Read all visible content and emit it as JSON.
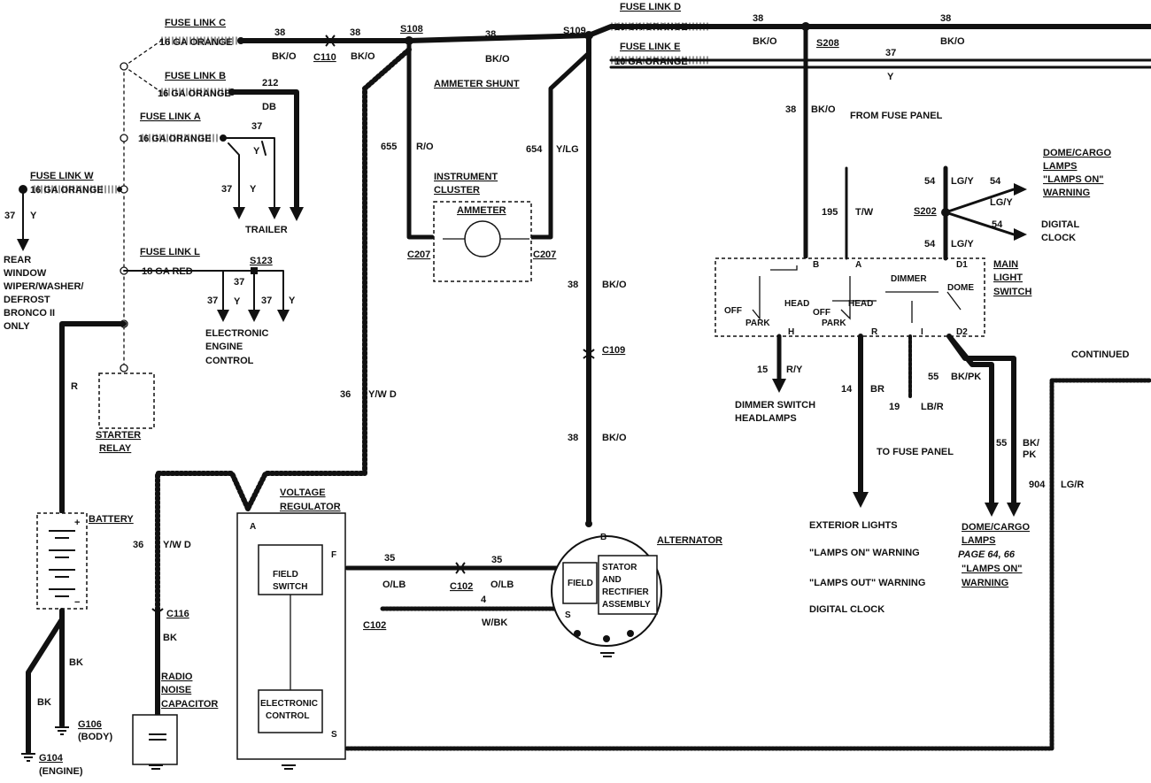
{
  "fuse_links": {
    "c": {
      "name": "FUSE LINK C",
      "gauge": "16 GA ORANGE"
    },
    "b": {
      "name": "FUSE LINK B",
      "gauge": "16 GA ORANGE"
    },
    "a": {
      "name": "FUSE LINK A",
      "gauge": "16 GA ORANGE"
    },
    "w": {
      "name": "FUSE LINK W",
      "gauge": "16 GA ORANGE"
    },
    "l": {
      "name": "FUSE LINK L",
      "gauge": "18 GA RED"
    },
    "d": {
      "name": "FUSE LINK D",
      "gauge": "16 GA ORANGE"
    },
    "e": {
      "name": "FUSE LINK E",
      "gauge": "16 GA ORANGE"
    }
  },
  "splices": {
    "s108": "S108",
    "s109": "S109",
    "s123": "S123",
    "s202": "S202",
    "s208": "S208"
  },
  "connectors": {
    "c110": "C110",
    "c207": "C207",
    "c109": "C109",
    "c116": "C116",
    "c102": "C102"
  },
  "grounds": {
    "g106": "G106",
    "g106_sub": "(BODY)",
    "g104": "G104",
    "g104_sub": "(ENGINE)"
  },
  "wires": {
    "n38": "38",
    "bko": "BK/O",
    "n212": "212",
    "db": "DB",
    "n37": "37",
    "y": "Y",
    "n655": "655",
    "ro": "R/O",
    "n654": "654",
    "ylg": "Y/LG",
    "n36": "36",
    "ywd": "Y/W D",
    "r": "R",
    "bk": "BK",
    "n35": "35",
    "olb": "O/LB",
    "n4": "4",
    "wbk": "W/BK",
    "n195": "195",
    "tw": "T/W",
    "n54": "54",
    "lgy": "LG/Y",
    "n15": "15",
    "ry": "R/Y",
    "n14": "14",
    "br": "BR",
    "n19": "19",
    "lbr": "LB/R",
    "n55": "55",
    "bkpk": "BK/PK",
    "bk_": "BK/",
    "pk": "PK",
    "n904": "904",
    "lgr": "LG/R"
  },
  "components": {
    "ammeter_shunt": "AMMETER SHUNT",
    "instrument": "INSTRUMENT",
    "cluster": "CLUSTER",
    "ammeter": "AMMETER",
    "trailer": "TRAILER",
    "rear_window": [
      "REAR",
      "WINDOW",
      "WIPER/WASHER/",
      "DEFROST",
      "BRONCO II",
      "ONLY"
    ],
    "eec": [
      "ELECTRONIC",
      "ENGINE",
      "CONTROL"
    ],
    "starter": "STARTER",
    "relay": "RELAY",
    "battery": "BATTERY",
    "plus": "+",
    "minus": "−",
    "voltage": "VOLTAGE",
    "regulator": "REGULATOR",
    "field": "FIELD",
    "switch": "SWITCH",
    "electronic": "ELECTRONIC",
    "control": "CONTROL",
    "radio": [
      "RADIO",
      "NOISE",
      "CAPACITOR"
    ],
    "alternator": "ALTERNATOR",
    "stator": [
      "STATOR",
      "AND",
      "RECTIFIER",
      "ASSEMBLY"
    ],
    "from_fuse_panel": "FROM FUSE PANEL",
    "dome_cargo_top": [
      "DOME/CARGO",
      "LAMPS",
      "\"LAMPS ON\"",
      "WARNING"
    ],
    "digital_clock_top": [
      "DIGITAL",
      "CLOCK"
    ],
    "main_light_switch": [
      "MAIN",
      "LIGHT",
      "SWITCH"
    ],
    "dimmer": "DIMMER",
    "dome": "DOME",
    "head": "HEAD",
    "off": "OFF",
    "park": "PARK",
    "continued": "CONTINUED",
    "dimmer_switch": [
      "DIMMER SWITCH",
      "HEADLAMPS"
    ],
    "to_fuse_panel": "TO FUSE PANEL",
    "exterior": [
      "EXTERIOR LIGHTS",
      "\"LAMPS ON\" WARNING",
      "\"LAMPS OUT\" WARNING",
      "DIGITAL CLOCK"
    ],
    "dome_cargo_bottom": [
      "DOME/CARGO",
      "LAMPS",
      "PAGE 64, 66",
      "\"LAMPS ON\"",
      "WARNING"
    ]
  },
  "terminals": {
    "a": "A",
    "f": "F",
    "s": "S",
    "b": "B",
    "h": "H",
    "r": "R",
    "i": "I",
    "d1": "D1",
    "d2": "D2"
  }
}
